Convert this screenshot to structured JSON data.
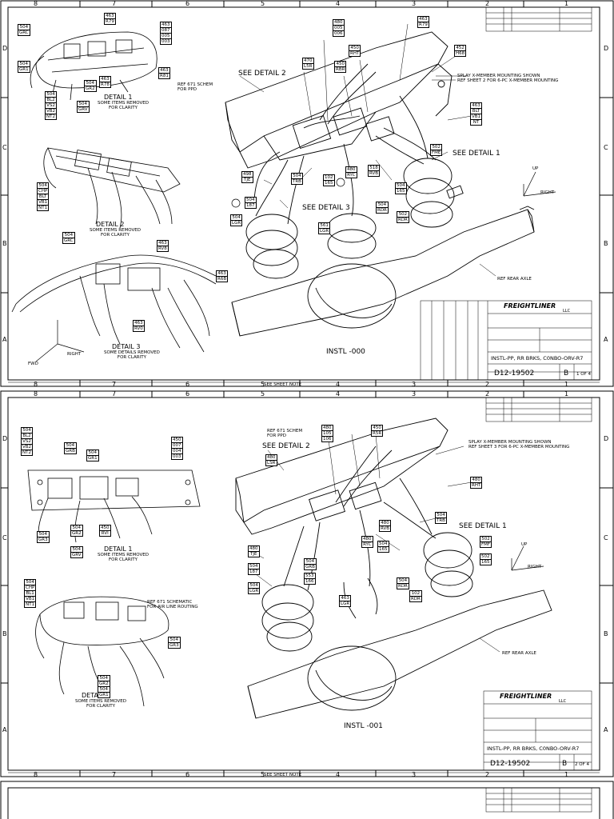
{
  "zones_top": [
    "8",
    "7",
    "6",
    "5",
    "4",
    "3",
    "2",
    "1"
  ],
  "zones_side": [
    "D",
    "C",
    "B",
    "A"
  ],
  "sheet1": {
    "instl": "INSTL -000",
    "see_detail_2": "SEE DETAIL 2",
    "see_detail_3": "SEE DETAIL 3",
    "see_detail_1": "SEE DETAIL 1",
    "ref_schem": "REF 671 SCHEM\nFOR PPD",
    "splay_note": "SPLAY X-MEMBER MOUNTING SHOWN\nREF SHEET 2 FOR 6-PC X-MEMBER MOUNTING",
    "ref_rear_axle": "REF REAR AXLE",
    "detail1": "DETAIL 1",
    "detail1_note": "SOME ITEMS REMOVED\nFOR CLARITY",
    "detail2": "DETAIL 2",
    "detail2_note": "SOME ITEMS REMOVED\nFOR CLARITY",
    "detail3": "DETAIL 3",
    "detail3_note": "SOME DETAILS REMOVED\nFOR CLARITY",
    "axis_right": "RIGHT",
    "axis_fwd": "FWD",
    "axis_up": "UP",
    "bottom_strip": "SEE SHEET NOTE",
    "title_brand": "FREIGHTLINER",
    "title_brand_sub": "LLC",
    "title_line": "INSTL-PP, RR BRKS, C0NBO-ORV-R7",
    "dwg_no": "D12-19502",
    "rev": "B",
    "sheet_no": "1 OF 4",
    "tags": [
      [
        "504",
        "GRC"
      ],
      [
        "463",
        "R79"
      ],
      [
        "463",
        "087",
        "005",
        "003"
      ],
      [
        "504",
        "GR1"
      ],
      [
        "504",
        "GR2"
      ],
      [
        "463",
        "R78"
      ],
      [
        "463",
        "R81"
      ],
      [
        "504",
        "BL2",
        "VS2",
        "VB2",
        "NT2"
      ],
      [
        "504",
        "GRV"
      ],
      [
        "504",
        "CHP",
        "BLT",
        "VB1",
        "NT1"
      ],
      [
        "504",
        "GRC"
      ],
      [
        "463",
        "RV8"
      ],
      [
        "463",
        "RV0"
      ],
      [
        "463",
        "R6B"
      ],
      [
        "480",
        "005",
        "006"
      ],
      [
        "463",
        "R79"
      ],
      [
        "470",
        "L5R"
      ],
      [
        "450",
        "RHT"
      ],
      [
        "450",
        "RBR"
      ],
      [
        "452",
        "H68"
      ],
      [
        "463",
        "BLT",
        "VB1",
        "NT"
      ],
      [
        "498",
        "TJE"
      ],
      [
        "504",
        "TRB"
      ],
      [
        "102",
        "165"
      ],
      [
        "480",
        "RYC"
      ],
      [
        "518",
        "RVB"
      ],
      [
        "504",
        "165"
      ],
      [
        "502",
        "FME"
      ],
      [
        "504",
        "187"
      ],
      [
        "504",
        "LGR"
      ],
      [
        "561",
        "LGR"
      ],
      [
        "504",
        "RDR"
      ],
      [
        "502",
        "RDR"
      ]
    ]
  },
  "sheet2": {
    "instl": "INSTL -001",
    "see_detail_2": "SEE DETAIL 2",
    "see_detail_1": "SEE DETAIL 1",
    "ref_schem": "REF 671 SCHEM\nFOR PPD",
    "splay_note": "SPLAY X-MEMBER MOUNTING SHOWN\nREF SHEET 3 FOR 6-PC X-MEMBER MOUNTING",
    "ref_rear_axle": "REF REAR AXLE",
    "ref_schematic": "REF 671 SCHEMATIC\nFOR AIR LINE ROUTING",
    "detail1": "DETAIL 1",
    "detail1_note": "SOME ITEMS REMOVED\nFOR CLARITY",
    "detail2": "DETAIL 2",
    "detail2_note": "SOME ITEMS REMOVED\nFOR CLARITY",
    "axis_right": "RIGHT",
    "axis_up": "UP",
    "bottom_strip": "SEE SHEET NOTE",
    "title_brand": "FREIGHTLINER",
    "title_brand_sub": "LLC",
    "title_line": "INSTL-PP, RR BRKS, C0NBO-ORV-R7",
    "dwg_no": "D12-19502",
    "rev": "B",
    "sheet_no": "2 OF 4",
    "tags": [
      [
        "504",
        "BL2",
        "VS2",
        "VB2",
        "NT2"
      ],
      [
        "504",
        "GRB"
      ],
      [
        "504",
        "GR1"
      ],
      [
        "450",
        "007",
        "004",
        "003"
      ],
      [
        "504",
        "GR3"
      ],
      [
        "504",
        "GR2"
      ],
      [
        "450",
        "RVI"
      ],
      [
        "504",
        "GRV"
      ],
      [
        "504",
        "CHP",
        "BL1",
        "VB1",
        "NT1"
      ],
      [
        "504",
        "GR3"
      ],
      [
        "504",
        "GR2"
      ],
      [
        "504",
        "GR1"
      ],
      [
        "480",
        "105",
        "106"
      ],
      [
        "450",
        "R5R"
      ],
      [
        "480",
        "LSR"
      ],
      [
        "480",
        "RHT"
      ],
      [
        "504",
        "TRB"
      ],
      [
        "480",
        "RVB"
      ],
      [
        "480",
        "RYC"
      ],
      [
        "504",
        "165"
      ],
      [
        "480",
        "TJE"
      ],
      [
        "504",
        "187"
      ],
      [
        "504",
        "LGR"
      ],
      [
        "504",
        "GRB"
      ],
      [
        "553",
        "166"
      ],
      [
        "502",
        "FMF"
      ],
      [
        "504",
        "RDR"
      ],
      [
        "102",
        "RDR"
      ],
      [
        "463",
        "LGR"
      ],
      [
        "502",
        "165"
      ]
    ]
  }
}
